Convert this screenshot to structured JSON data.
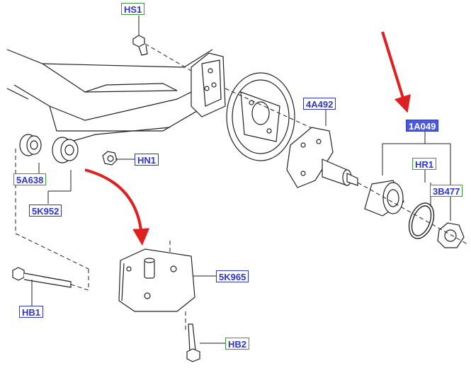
{
  "labels": {
    "hs1": "HS1",
    "hn1": "HN1",
    "p5a638": "5A638",
    "p5k952": "5K952",
    "p4a492": "4A492",
    "p1a049": "1A049",
    "hr1": "HR1",
    "p3b477": "3B477",
    "p5k965": "5K965",
    "hb1": "HB1",
    "hb2": "HB2"
  },
  "colors": {
    "label_green_border": "#3a9a3a",
    "label_blue_border": "#2d36c8",
    "label_text": "#2d36c8",
    "selected_fill": "#4a5ae8",
    "arrow_red": "#e02020",
    "line": "#222222"
  }
}
